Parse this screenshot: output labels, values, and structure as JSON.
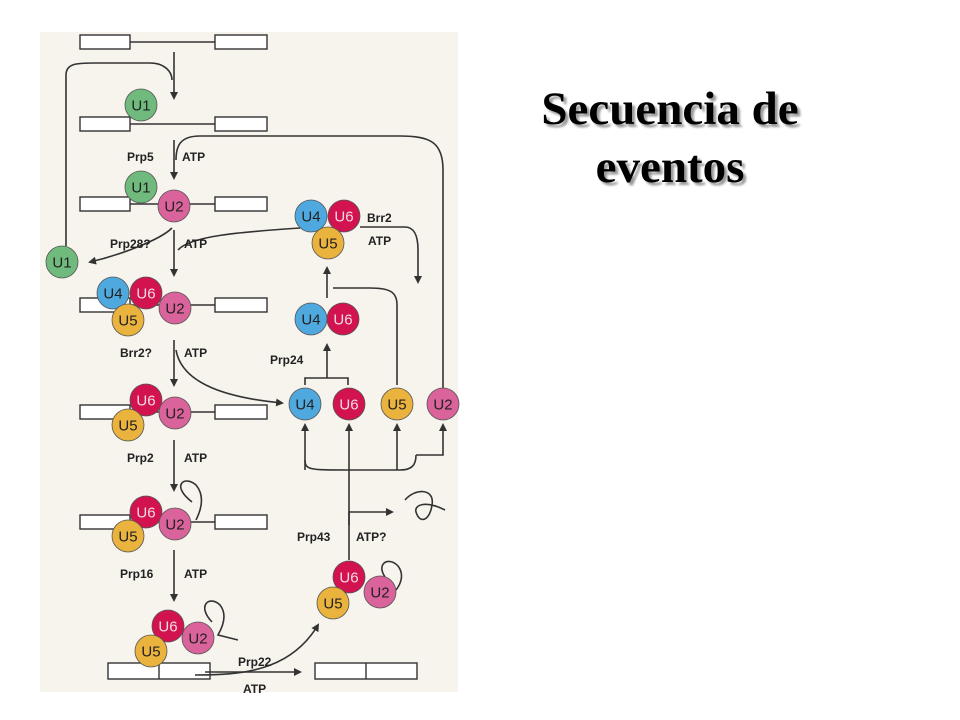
{
  "title": {
    "line1": "Secuencia de",
    "line2": "eventos"
  },
  "colors": {
    "background": "#ffffff",
    "panel": "#f7f4ee",
    "U1": "#6fba7c",
    "U2": "#d9639a",
    "U4": "#4fa9df",
    "U5": "#eab33d",
    "U6": "#d3134f",
    "line": "#333333"
  },
  "particles": {
    "U1": "U1",
    "U2": "U2",
    "U4": "U4",
    "U5": "U5",
    "U6": "U6"
  },
  "labels": {
    "prp5": "Prp5",
    "prp28": "Prp28?",
    "brr2q": "Brr2?",
    "prp2": "Prp2",
    "prp16": "Prp16",
    "prp22": "Prp22",
    "prp24": "Prp24",
    "brr2": "Brr2",
    "prp43": "Prp43",
    "atp": "ATP",
    "atpq": "ATP?"
  }
}
